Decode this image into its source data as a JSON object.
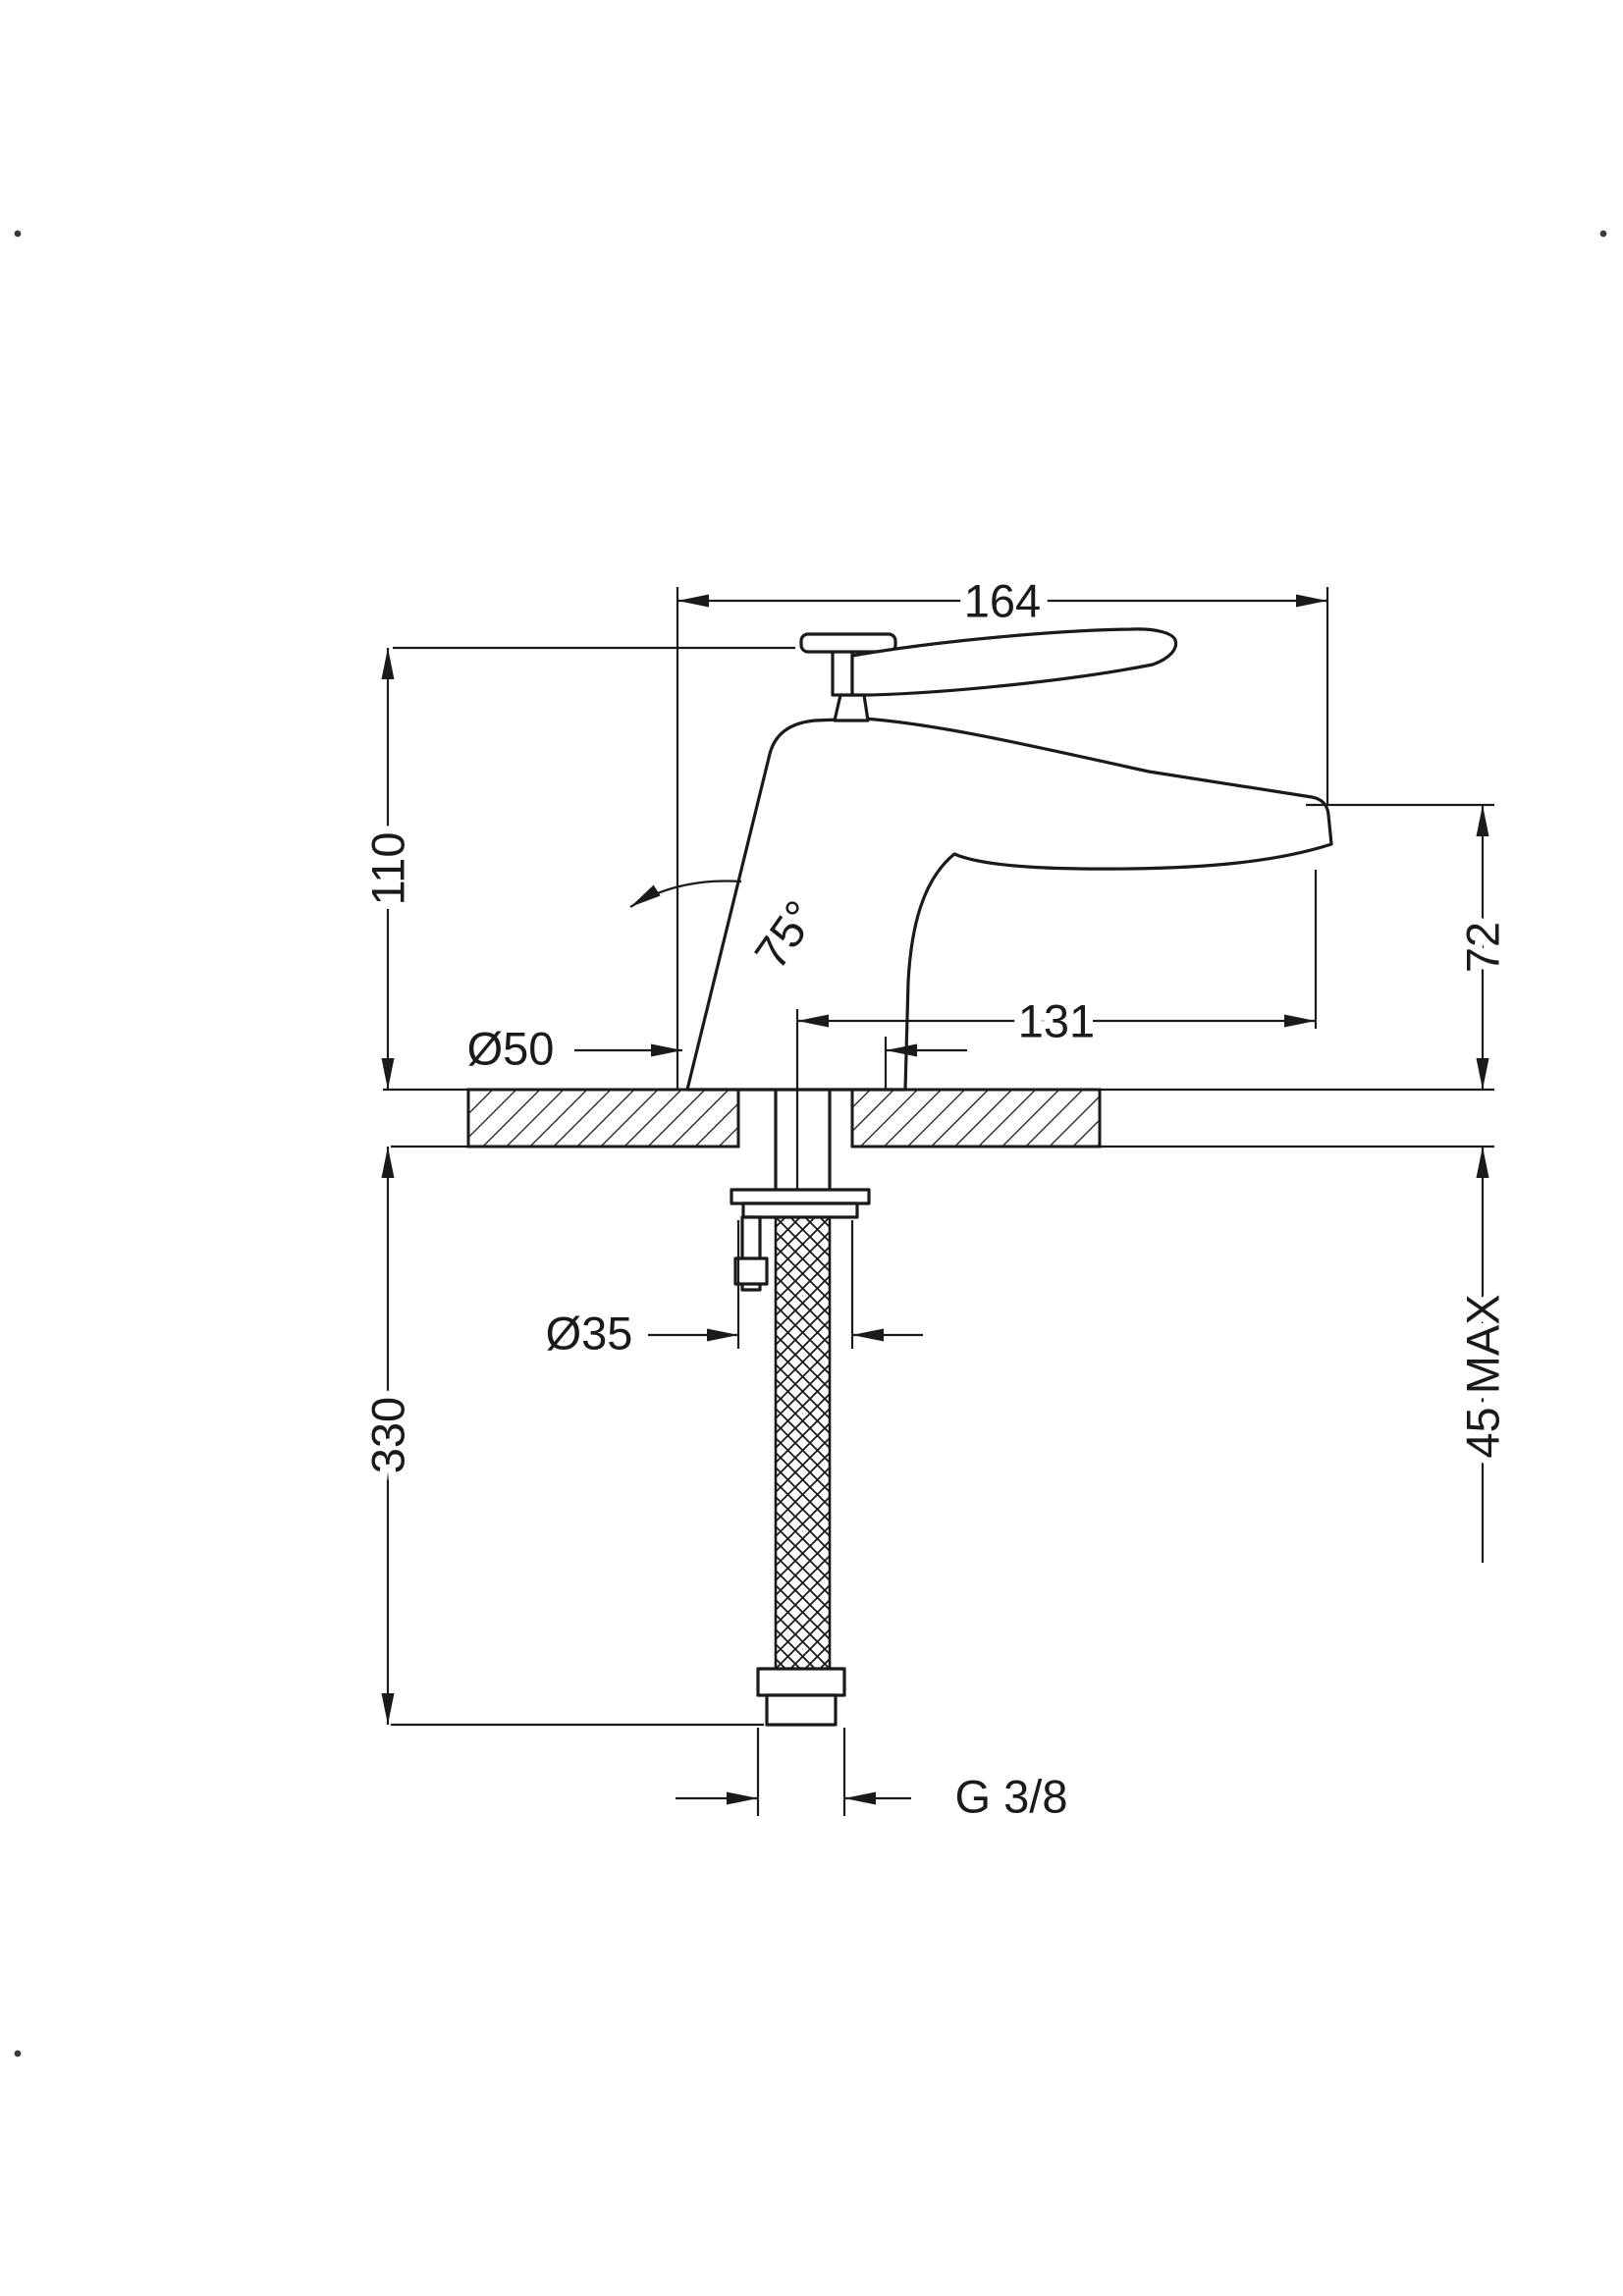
{
  "sheet": {
    "background": "#ffffff",
    "ink": "#1a1a1a"
  },
  "dimensions": {
    "overall_width": "164",
    "body_height": "110",
    "spout_height": "72",
    "spout_reach": "131",
    "base_diameter": "Ø50",
    "spout_angle": "75°",
    "hole_diameter": "Ø35",
    "below_deck_length": "330",
    "max_deck_thickness": "45 MAX",
    "supply_thread": "G 3/8"
  }
}
